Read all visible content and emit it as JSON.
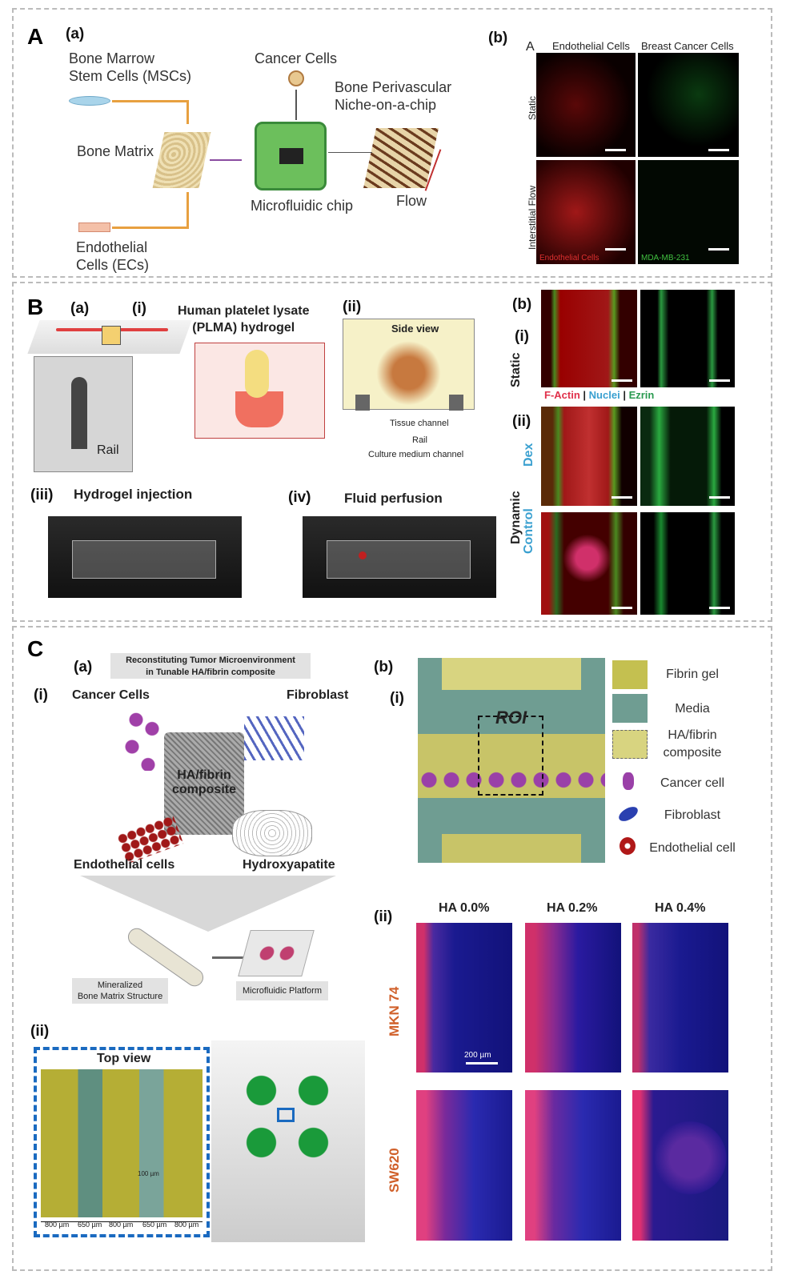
{
  "panelA": {
    "letter": "A",
    "sub_a": "(a)",
    "sub_b": "(b)",
    "msc": "Bone Marrow\nStem Cells (MSCs)",
    "msc1": "Bone Marrow",
    "msc2": "Stem Cells (MSCs)",
    "bone_matrix": "Bone Matrix",
    "ec1": "Endothelial",
    "ec2": "Cells (ECs)",
    "cancer": "Cancer Cells",
    "chip": "Microfluidic chip",
    "niche1": "Bone Perivascular",
    "niche2": "Niche-on-a-chip",
    "flow": "Flow",
    "img_letter": "A",
    "col1": "Endothelial Cells",
    "col2": "Breast Cancer Cells",
    "row1": "Static",
    "row2": "Interstitial Flow",
    "cap1": "Endothelial Cells",
    "cap2": "MDA-MB-231"
  },
  "panelB": {
    "letter": "B",
    "sub_a": "(a)",
    "i": "(i)",
    "ii": "(ii)",
    "iii": "(iii)",
    "iv": "(iv)",
    "hydrogel1": "Human platelet lysate",
    "hydrogel2": "(PLMA) hydrogel",
    "rail": "Rail",
    "side_view": "Side view",
    "tissue_channel": "Tissue channel",
    "rail2": "Rail",
    "culture": "Culture medium channel",
    "injection": "Hydrogel injection",
    "perfusion": "Fluid perfusion",
    "sub_b": "(b)",
    "bi": "(i)",
    "bii": "(ii)",
    "static": "Static",
    "dynamic": "Dynamic",
    "dex": "Dex",
    "control": "Control",
    "stain1": "F-Actin",
    "stain2": "Nuclei",
    "stain3": "Ezrin",
    "sep": "|"
  },
  "panelC": {
    "letter": "C",
    "sub_a": "(a)",
    "i": "(i)",
    "header1": "Reconstituting Tumor Microenvironment",
    "header2": "in Tunable HA/fibrin composite",
    "cancer": "Cancer Cells",
    "fibroblast": "Fibroblast",
    "cube1": "HA/fibrin",
    "cube2": "composite",
    "endo": "Endothelial cells",
    "hydroxy": "Hydroxyapatite",
    "bone1": "Mineralized",
    "bone2": "Bone Matrix Structure",
    "platform": "Microfluidic Platform",
    "ii": "(ii)",
    "top_view": "Top view",
    "d100": "100 µm",
    "dims": [
      "800 µm",
      "650 µm",
      "800 µm",
      "650 µm",
      "800 µm"
    ],
    "sub_b": "(b)",
    "bi": "(i)",
    "roi": "ROI",
    "legend": [
      "Fibrin gel",
      "Media",
      "HA/fibrin composite",
      "Cancer cell",
      "Fibroblast",
      "Endothelial cell"
    ],
    "bii": "(ii)",
    "cols": [
      "HA 0.0%",
      "HA 0.2%",
      "HA 0.4%"
    ],
    "rows": [
      "MKN 74",
      "SW620"
    ],
    "scale": "200 µm"
  },
  "colors": {
    "orange": "#e8a040",
    "fibrin": "#c4c050",
    "media": "#6f9d92",
    "stain_red": "#e0304a",
    "stain_blue": "#3aa0d0",
    "stain_green": "#2a9a50",
    "row_label": "#d0602a"
  }
}
